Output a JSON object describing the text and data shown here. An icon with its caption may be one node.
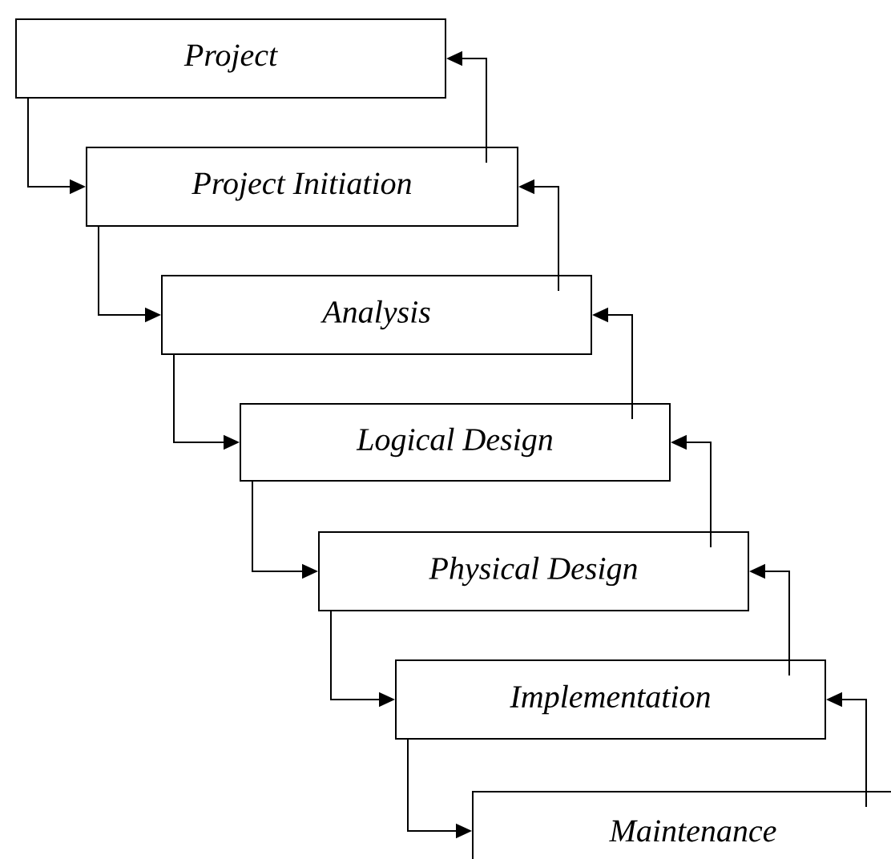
{
  "diagram": {
    "nodes": [
      {
        "text": [
          "Project"
        ]
      },
      {
        "text": [
          "Project Initiation"
        ]
      },
      {
        "text": [
          "Analysis"
        ]
      },
      {
        "text": [
          "Logical Design"
        ]
      },
      {
        "text": [
          "Physical Design"
        ]
      },
      {
        "text": [
          "Implementation"
        ]
      },
      {
        "text": [
          "Maintenance"
        ]
      }
    ],
    "edges": [
      {
        "from": 0,
        "to": 1,
        "arrow": "to"
      },
      {
        "from": 1,
        "to": 0,
        "arrow": "to"
      },
      {
        "from": 1,
        "to": 2,
        "arrow": "to"
      },
      {
        "from": 2,
        "to": 1,
        "arrow": "to"
      },
      {
        "from": 2,
        "to": 3,
        "arrow": "to"
      },
      {
        "from": 3,
        "to": 2,
        "arrow": "to"
      },
      {
        "from": 3,
        "to": 4,
        "arrow": "to"
      },
      {
        "from": 4,
        "to": 3,
        "arrow": "to"
      },
      {
        "from": 4,
        "to": 5,
        "arrow": "to"
      },
      {
        "from": 5,
        "to": 4,
        "arrow": "to"
      },
      {
        "from": 5,
        "to": 6,
        "arrow": "to"
      },
      {
        "from": 6,
        "to": 5,
        "arrow": "to"
      }
    ]
  }
}
